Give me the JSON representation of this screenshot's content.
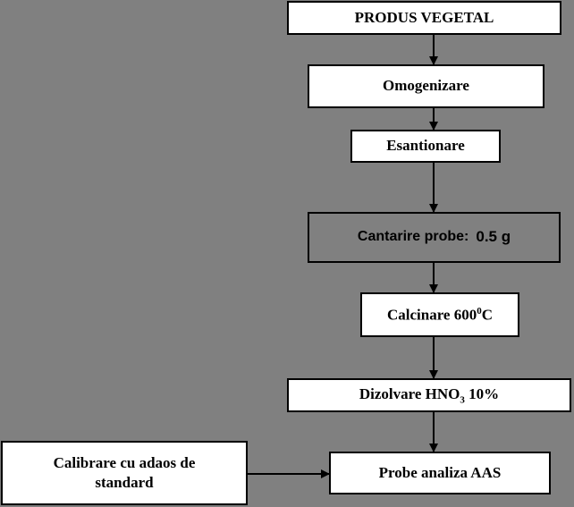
{
  "nodes": {
    "produs": "PRODUS VEGETAL",
    "omogenizare": "Omogenizare",
    "esantionare": "Esantionare",
    "cantarire_label": "Cantarire probe:",
    "cantarire_value": "0.5 g",
    "calcinare_text": "Calcinare 600",
    "calcinare_sup": "0",
    "calcinare_unit": "C",
    "dizolvare_text": "Dizolvare HNO",
    "dizolvare_sub": "3",
    "dizolvare_rest": " 10%",
    "probe": "Probe analiza AAS",
    "calibrare": "Calibrare cu adaos de standard"
  }
}
